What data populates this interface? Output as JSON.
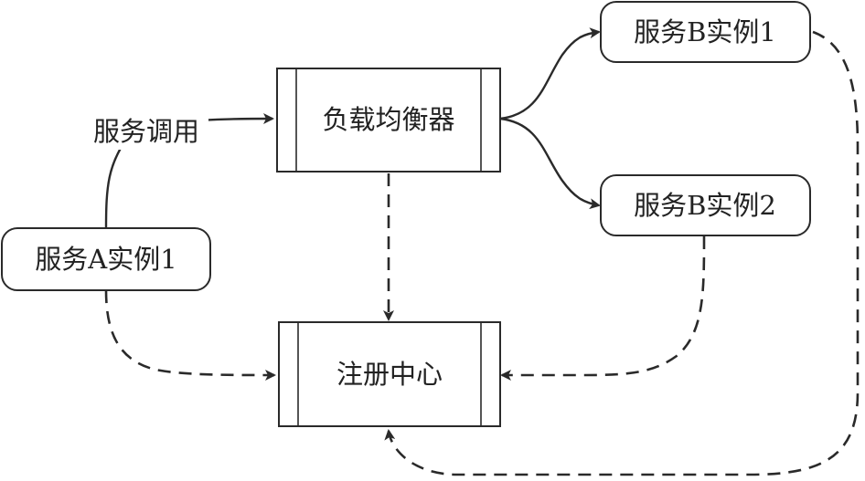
{
  "nodes": {
    "service_a_1": "服务A实例1",
    "load_balancer": "负载均衡器",
    "registry": "注册中心",
    "service_b_1": "服务B实例1",
    "service_b_2": "服务B实例2"
  },
  "edges": {
    "service_call": "服务调用"
  },
  "colors": {
    "stroke": "#2a2a2a",
    "text": "#222222",
    "background": "#ffffff"
  }
}
